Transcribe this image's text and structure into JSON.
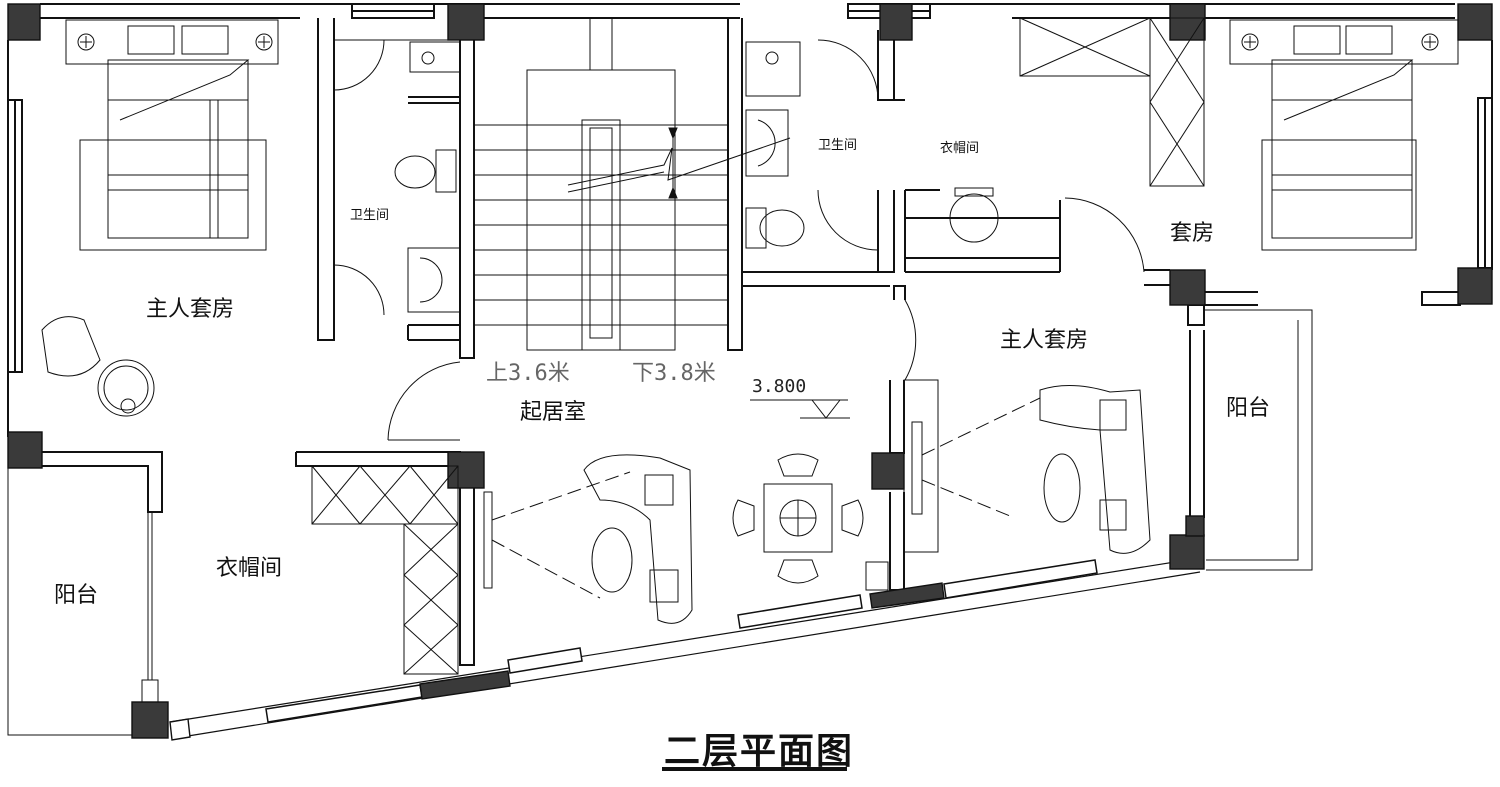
{
  "plan": {
    "title": "二层平面图",
    "rooms": {
      "master_suite_left": "主人套房",
      "bathroom_left": "卫生间",
      "living_room": "起居室",
      "cloakroom_left": "衣帽间",
      "balcony_left": "阳台",
      "bathroom_right": "卫生间",
      "cloakroom_right": "衣帽间",
      "suite_right": "套房",
      "master_suite_right": "主人套房",
      "balcony_right": "阳台"
    },
    "stairs": {
      "up": "上3.6米",
      "down": "下3.8米"
    },
    "elevation_mark": "3.800"
  },
  "colors": {
    "line": "#111111",
    "column": "#3a3a3a",
    "window": "#ffffff",
    "bg": "#ffffff"
  }
}
